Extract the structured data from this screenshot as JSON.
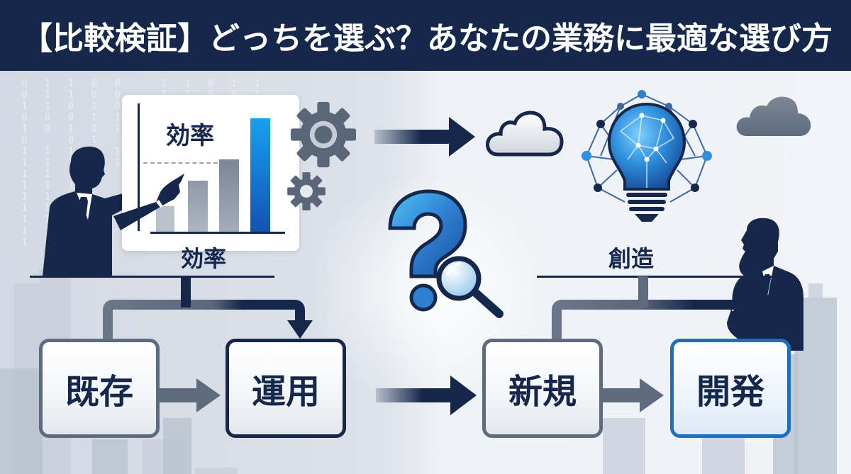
{
  "header": {
    "title": "【比較検証】どっちを選ぶ？あなたの業務に最適な選び方"
  },
  "left_panel": {
    "theme": "efficiency",
    "chart_card": {
      "title": "効率",
      "bars": [
        {
          "height_pct": 22,
          "color": "#b9c1cc"
        },
        {
          "height_pct": 45,
          "color": "#8f99a8"
        },
        {
          "height_pct": 60,
          "color": "#7c8698"
        },
        {
          "height_pct": 100,
          "color": "#1a73d0"
        }
      ]
    },
    "label": "効率",
    "flow": [
      {
        "label": "既存",
        "style": "gray"
      },
      {
        "label": "運用",
        "style": "navy"
      }
    ],
    "icons": [
      "presenter-silhouette",
      "gear-large",
      "gear-small",
      "city-skyline",
      "binary-rain"
    ]
  },
  "center": {
    "icons": [
      "arrow-right",
      "cloud-outline",
      "question-mark",
      "magnifier",
      "arrow-right-lower"
    ]
  },
  "right_panel": {
    "theme": "creation",
    "label": "創造",
    "flow": [
      {
        "label": "新規",
        "style": "gray"
      },
      {
        "label": "開発",
        "style": "blue"
      }
    ],
    "icons": [
      "network-lightbulb",
      "thinking-silhouette",
      "cloud-gray",
      "city-skyline",
      "binary-rain"
    ]
  },
  "colors": {
    "navy": "#15274a",
    "slate": "#5e6b7f",
    "accent_blue": "#1f6fc0",
    "light_blue": "#2fa3e8",
    "background": "#e9edf2"
  }
}
